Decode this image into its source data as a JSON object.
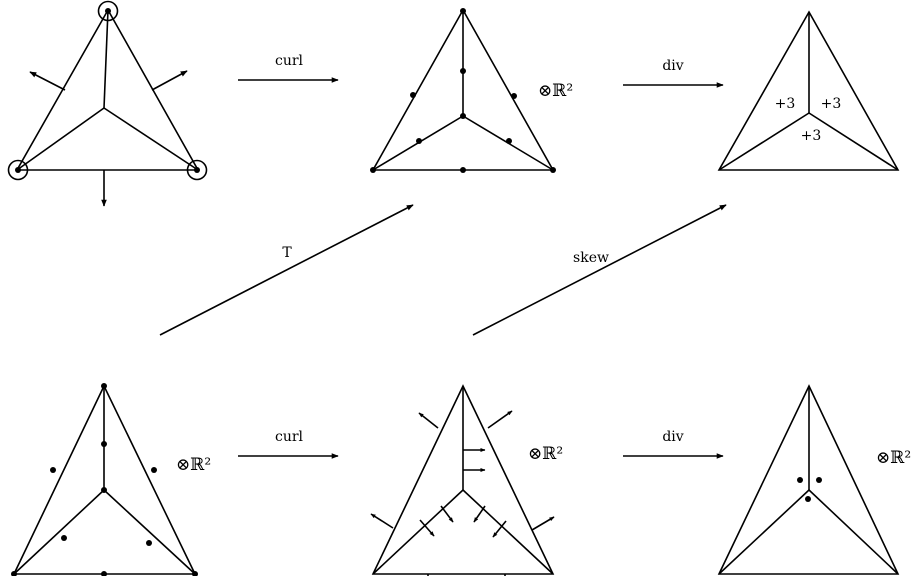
{
  "arrows": {
    "curl_top": "curl",
    "div_top": "div",
    "curl_bottom": "curl",
    "div_bottom": "div",
    "t_map": "T",
    "skew_map": "skew"
  },
  "tensor_label": "⊗ℝ²",
  "plus_labels": [
    "+3",
    "+3",
    "+3"
  ]
}
